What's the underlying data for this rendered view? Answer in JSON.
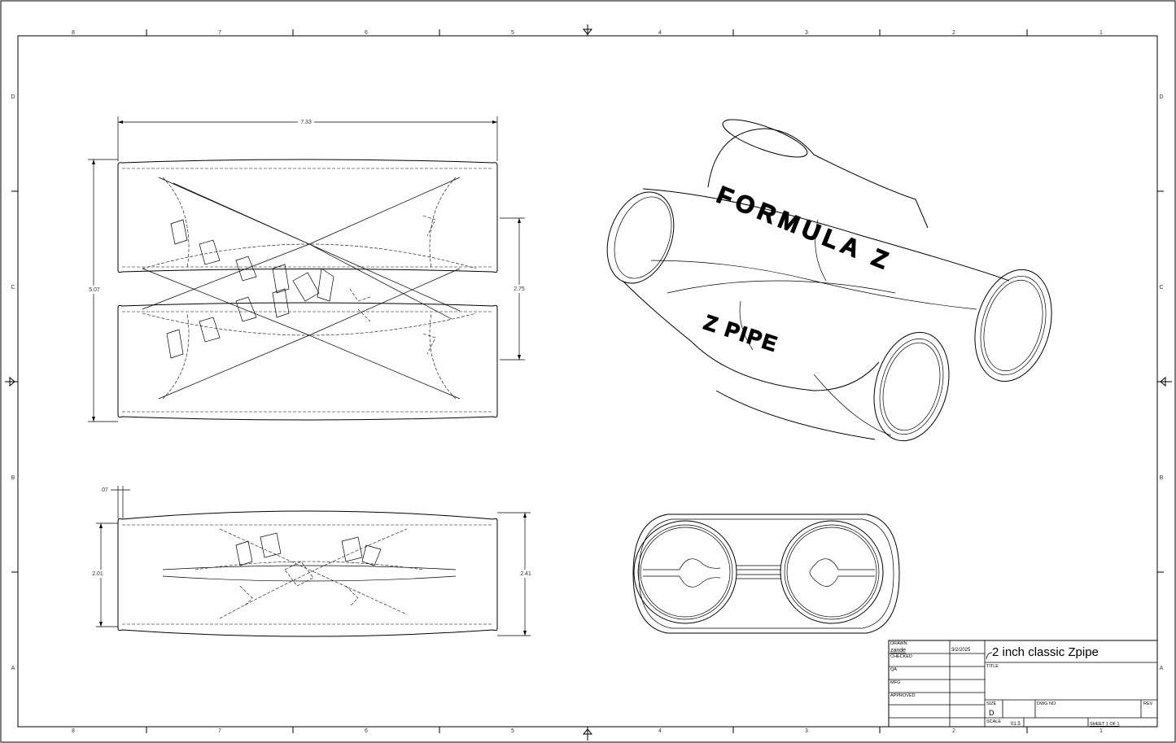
{
  "sheet": {
    "zones_top": [
      "8",
      "7",
      "6",
      "5",
      "4",
      "3",
      "2",
      "1"
    ],
    "zones_side": [
      "D",
      "C",
      "B",
      "A"
    ]
  },
  "views": {
    "top_view": {
      "overall_length": "7.33",
      "overall_height": "5.07",
      "pipe_spacing": "2.75"
    },
    "side_view": {
      "flange_thickness": ".07",
      "left_height": "2.01",
      "right_height": "2.41"
    },
    "iso_view": {
      "engraving_main": "FORMULA Z",
      "engraving_secondary": "Z PIPE"
    }
  },
  "title_block": {
    "drawn_label": "DRAWN",
    "drawn_by": "zande",
    "drawn_date": "3/2/2025",
    "checked_label": "CHECKED",
    "qa_label": "QA",
    "mfg_label": "MFG",
    "approved_label": "APPROVED",
    "title_value": "2 inch classic Zpipe",
    "title_label": "TITLE",
    "size_label": "SIZE",
    "size_value": "D",
    "dwg_no_label": "DWG NO",
    "rev_label": "REV",
    "scale_label": "SCALE",
    "scale_value": "01.5",
    "sheet_label": "SHEET 1  OF 1"
  }
}
